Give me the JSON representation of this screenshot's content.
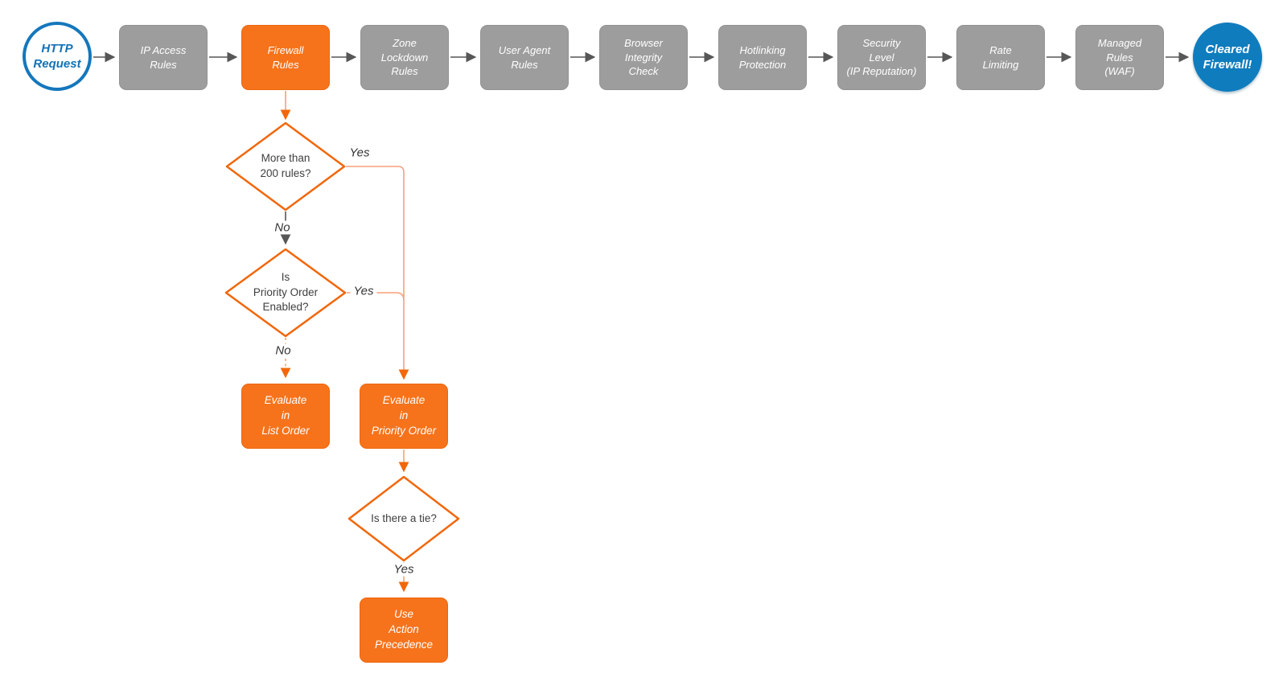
{
  "colors": {
    "accent_orange": "#F6731B",
    "orange_stroke": "#F2670A",
    "orange_line_light": "#F6A07A",
    "node_gray": "#9D9D9D",
    "arrow_gray": "#575757",
    "brand_blue": "#0F7CBE",
    "text_dark": "#3F3F3F"
  },
  "pipeline": {
    "start": {
      "label": "HTTP\nRequest"
    },
    "stages": [
      {
        "label": "IP Access\nRules"
      },
      {
        "label": "Firewall\nRules"
      },
      {
        "label": "Zone\nLockdown\nRules"
      },
      {
        "label": "User Agent\nRules"
      },
      {
        "label": "Browser\nIntegrity\nCheck"
      },
      {
        "label": "Hotlinking\nProtection"
      },
      {
        "label": "Security\nLevel\n(IP Reputation)"
      },
      {
        "label": "Rate\nLimiting"
      },
      {
        "label": "Managed\nRules\n(WAF)"
      }
    ],
    "end": {
      "label": "Cleared\nFirewall!"
    }
  },
  "decisions": {
    "more_than_200": {
      "question": "More than\n200 rules?",
      "yes_label": "Yes",
      "no_label": "No"
    },
    "priority_enabled": {
      "question": "Is\nPriority Order\nEnabled?",
      "yes_label": "Yes",
      "no_label": "No"
    },
    "tie": {
      "question": "Is there a tie?",
      "yes_label": "Yes"
    }
  },
  "actions": {
    "list_order": {
      "label": "Evaluate\nin\nList Order"
    },
    "priority_order": {
      "label": "Evaluate\nin\nPriority Order"
    },
    "action_precedence": {
      "label": "Use\nAction\nPrecedence"
    }
  }
}
